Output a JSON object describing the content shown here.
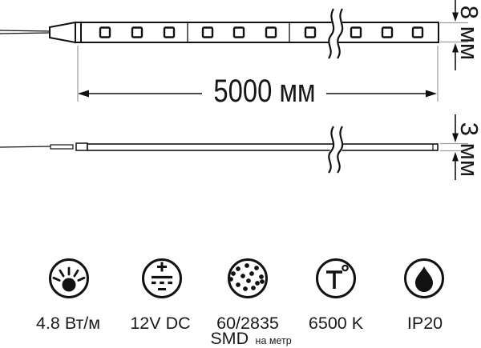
{
  "colors": {
    "ink": "#111111",
    "muted_line": "#9c9c9c",
    "background": "#ffffff"
  },
  "top_view": {
    "length_dimension": "5000 мм",
    "width_dimension": "8 мм"
  },
  "side_view": {
    "height_dimension": "3 мм"
  },
  "specs": [
    {
      "icon": "brightness-icon",
      "label": "4.8 Вт/м"
    },
    {
      "icon": "dc-voltage-icon",
      "label": "12V DC"
    },
    {
      "icon": "smd-led-count-icon",
      "label": "60/2835",
      "sub_main": "SMD",
      "sub_small": "на метр"
    },
    {
      "icon": "color-temperature-icon",
      "label": "6500 K"
    },
    {
      "icon": "ip-rating-icon",
      "label": "IP20"
    }
  ]
}
